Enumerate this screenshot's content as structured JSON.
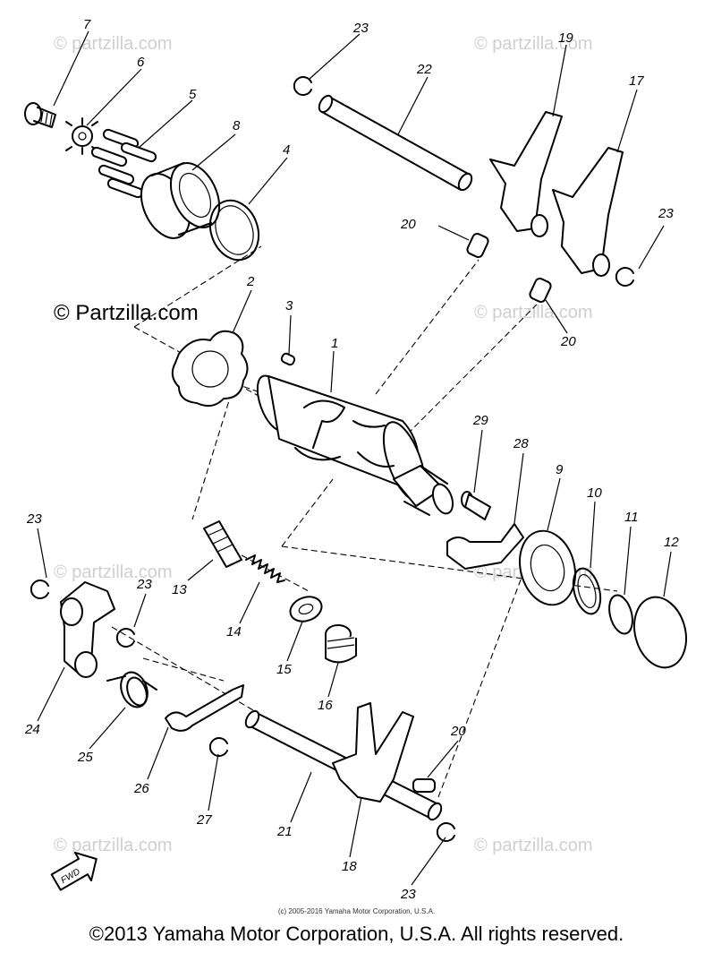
{
  "watermark": "© Partzilla.com",
  "watermark_small": "© partzilla.com",
  "callouts": {
    "c1": "1",
    "c2": "2",
    "c3": "3",
    "c4": "4",
    "c5": "5",
    "c6": "6",
    "c7": "7",
    "c8": "8",
    "c9": "9",
    "c10": "10",
    "c11": "11",
    "c12": "12",
    "c13": "13",
    "c14": "14",
    "c15": "15",
    "c16": "16",
    "c17": "17",
    "c18": "18",
    "c19": "19",
    "c20": "20",
    "c21": "21",
    "c23": "23",
    "c22": "22",
    "c24": "24",
    "c25": "25",
    "c26": "26",
    "c27": "27",
    "c28": "28",
    "c29": "29"
  },
  "fwd_label": "FWD",
  "small_copyright": "(c) 2005-2016 Yamaha Motor Corporation, U.S.A.",
  "footer_copyright": "©2013 Yamaha Motor Corporation, U.S.A. All rights reserved."
}
